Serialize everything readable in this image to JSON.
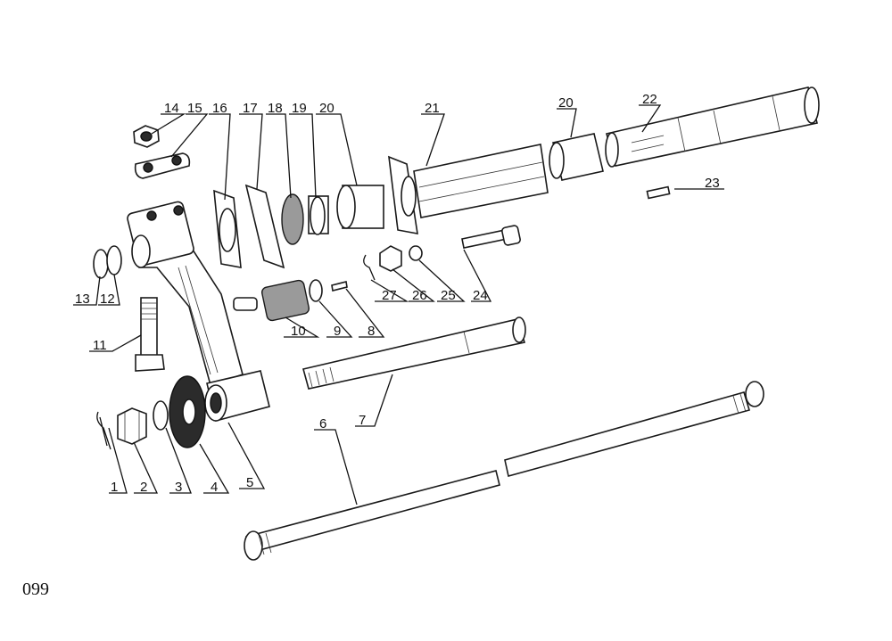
{
  "page_number": "099",
  "callouts": [
    "1",
    "2",
    "3",
    "4",
    "5",
    "6",
    "7",
    "8",
    "9",
    "10",
    "11",
    "12",
    "13",
    "14",
    "15",
    "16",
    "17",
    "18",
    "19",
    "20",
    "21",
    "20",
    "22",
    "23",
    "24",
    "25",
    "26",
    "27"
  ]
}
